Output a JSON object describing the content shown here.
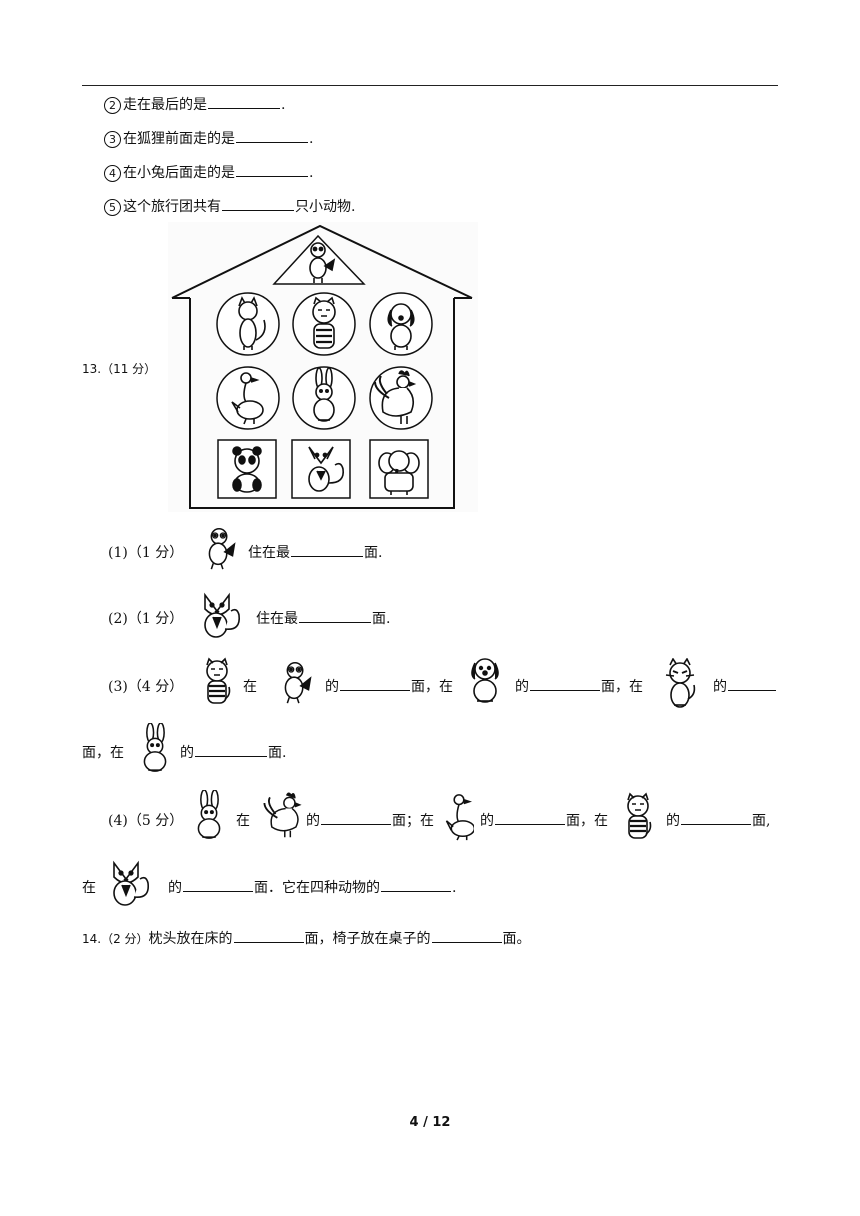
{
  "q12": {
    "items": [
      {
        "num": "2",
        "before": "走在最后的是",
        "after": "."
      },
      {
        "num": "3",
        "before": "在狐狸前面走的是",
        "after": "."
      },
      {
        "num": "4",
        "before": "在小兔后面走的是",
        "after": "."
      },
      {
        "num": "5",
        "before": "这个旅行团共有",
        "after": "只小动物."
      }
    ]
  },
  "q13": {
    "label": "13.（11 分）",
    "house_icons": [
      "bird-icon",
      "cat-icon",
      "tiger-icon",
      "dog-icon",
      "duck-icon",
      "rabbit-icon",
      "rooster-icon",
      "panda-icon",
      "fox-icon",
      "elephant-icon"
    ],
    "sub1": {
      "label": "(1)（1 分）",
      "text1": "住在最",
      "text2": "面."
    },
    "sub2": {
      "label": "(2)（1 分）",
      "text1": "住在最",
      "text2": "面."
    },
    "sub3": {
      "label": "(3)（4 分）",
      "w_zai": "在",
      "w_de": "的",
      "w_mian_zai": "面，在",
      "w_mian": "面，在",
      "cont_start": "面，在",
      "cont_end": "面."
    },
    "sub4": {
      "label": "(4)（5 分）",
      "w_zai": "在",
      "w_de": "的",
      "w_mian_semi": "面；在",
      "w_mian": "面，在",
      "w_mian_comma": "面,",
      "cont_start": "在",
      "cont_mid": "面．它在四种动物的",
      "cont_end": "."
    }
  },
  "q14": {
    "label": "14.（2 分）",
    "text1": "枕头放在床的",
    "text2": "面，椅子放在桌子的",
    "text3": "面。"
  },
  "footer": {
    "page": "4 / 12"
  }
}
